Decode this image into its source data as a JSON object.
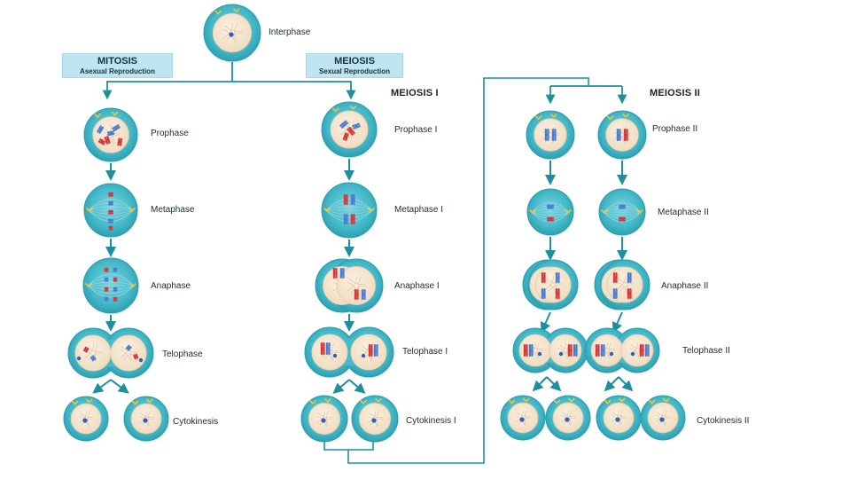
{
  "interphase": "Interphase",
  "mitosis": {
    "title": "MITOSIS",
    "subtitle": "Asexual Reproduction",
    "stages": [
      "Prophase",
      "Metaphase",
      "Anaphase",
      "Telophase",
      "Cytokinesis"
    ]
  },
  "meiosis": {
    "title": "MEIOSIS",
    "subtitle": "Sexual Reproduction"
  },
  "meiosis1": {
    "title": "MEIOSIS I",
    "stages": [
      "Prophase  I",
      "Metaphase I",
      "Anaphase I",
      "Telophase I",
      "Cytokinesis I"
    ]
  },
  "meiosis2": {
    "title": "MEIOSIS II",
    "stages": [
      "Prophase  II",
      "Metaphase  II",
      "Anaphase  II",
      "Telophase II",
      "Cytokinesis II"
    ]
  },
  "colors": {
    "cell_outer": "#3fb5c4",
    "cell_ring": "#2a9fb1",
    "nucleus": "#f6e6cf",
    "arrow": "#1f8fa0",
    "chrom_red": "#d8373b",
    "chrom_blue": "#4a7ed3",
    "label_box": "#bfe4f2"
  },
  "icons": [
    "centriole-icon",
    "chromosome-icon",
    "spindle-icon",
    "arrow-icon"
  ]
}
